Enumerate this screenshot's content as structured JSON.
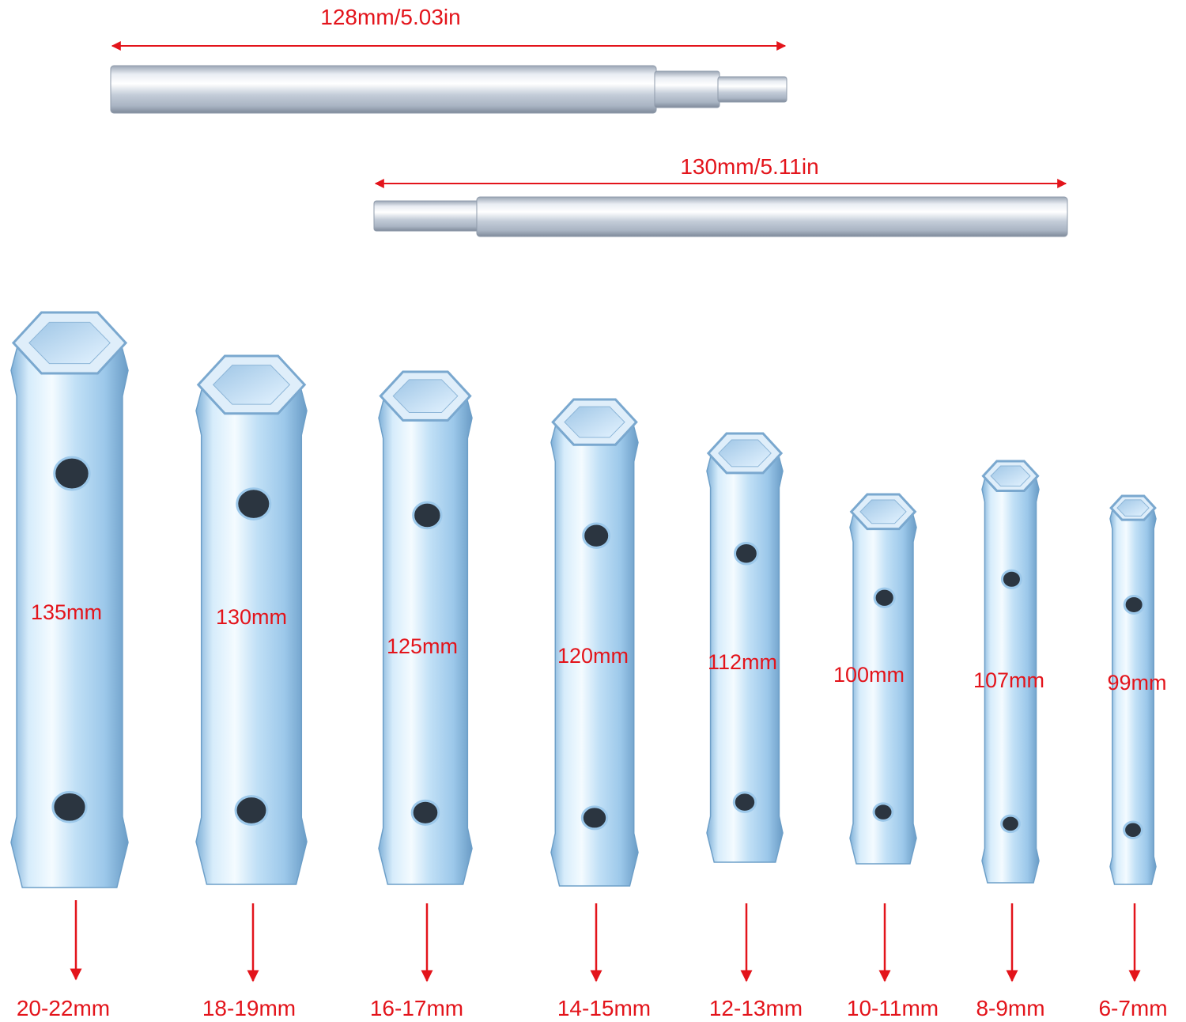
{
  "colors": {
    "label_red": "#e3141b",
    "steel_light": "#f2f4f8",
    "steel_mid": "#c9d3e0",
    "steel_dark": "#8f9bab",
    "zinc_light": "#eaf6ff",
    "zinc_mid": "#b6daf4",
    "zinc_dark": "#6d9fc8",
    "hole": "#2b3540"
  },
  "bars": [
    {
      "length_label": "128mm/5.03in"
    },
    {
      "length_label": "130mm/5.11in"
    }
  ],
  "tubes": [
    {
      "length_label": "135mm",
      "size_label": "20-22mm"
    },
    {
      "length_label": "130mm",
      "size_label": "18-19mm"
    },
    {
      "length_label": "125mm",
      "size_label": "16-17mm"
    },
    {
      "length_label": "120mm",
      "size_label": "14-15mm"
    },
    {
      "length_label": "112mm",
      "size_label": "12-13mm"
    },
    {
      "length_label": "100mm",
      "size_label": "10-11mm"
    },
    {
      "length_label": "107mm",
      "size_label": "8-9mm"
    },
    {
      "length_label": "99mm",
      "size_label": "6-7mm"
    }
  ]
}
